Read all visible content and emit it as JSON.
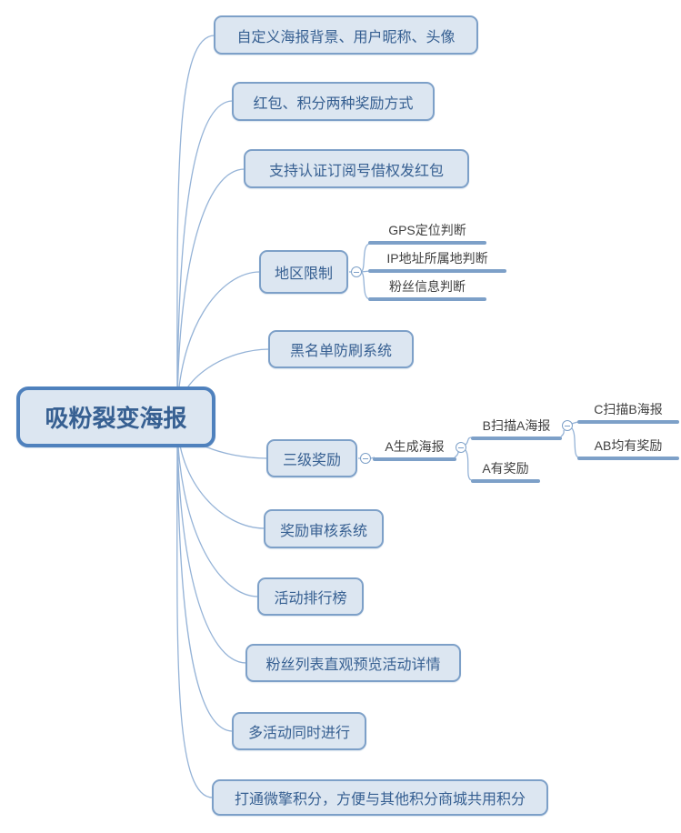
{
  "map": {
    "root": {
      "label": "吸粉裂变海报"
    },
    "branches": [
      {
        "label": "自定义海报背景、用户昵称、头像"
      },
      {
        "label": "红包、积分两种奖励方式"
      },
      {
        "label": "支持认证订阅号借权发红包"
      },
      {
        "label": "地区限制",
        "children": [
          {
            "label": "GPS定位判断"
          },
          {
            "label": "IP地址所属地判断"
          },
          {
            "label": "粉丝信息判断"
          }
        ]
      },
      {
        "label": "黑名单防刷系统"
      },
      {
        "label": "三级奖励",
        "children": [
          {
            "label": "A生成海报",
            "children": [
              {
                "label": "B扫描A海报",
                "children": [
                  {
                    "label": "C扫描B海报"
                  },
                  {
                    "label": "AB均有奖励"
                  }
                ]
              },
              {
                "label": "A有奖励"
              }
            ]
          }
        ]
      },
      {
        "label": "奖励审核系统"
      },
      {
        "label": "活动排行榜"
      },
      {
        "label": "粉丝列表直观预览活动详情"
      },
      {
        "label": "多活动同时进行"
      },
      {
        "label": "打通微擎积分，方便与其他积分商城共用积分"
      }
    ],
    "collapse_icon_symbol": "-",
    "colors": {
      "node_fill": "#dce6f1",
      "node_border": "#7da0c8",
      "root_border": "#4f81bd",
      "node_text": "#376092",
      "line_node_text": "#3f3f3f",
      "branch_bar": "#7da0c8",
      "connector": "#95b3d7"
    }
  }
}
